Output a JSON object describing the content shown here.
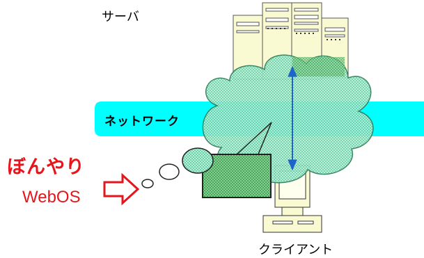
{
  "labels": {
    "server": "サーバ",
    "network": "ネットワーク",
    "client": "クライアント",
    "bonyari": "ぼんやり",
    "webos": "WebOS"
  },
  "colors": {
    "network_band": "#00ffff",
    "cloud_fill": "#b7f0dc",
    "cloud_pattern": "#3fbf8a",
    "computer_fill": "#fafad2",
    "thought_fill": "#8fdc9c",
    "arrow_blue": "#1f64c8",
    "accent_red": "#e8141b"
  },
  "icons": [
    "server-tower-icon",
    "client-computer-icon",
    "cloud-icon",
    "double-arrow-icon",
    "thought-bubble-icon",
    "hollow-right-arrow-icon"
  ]
}
